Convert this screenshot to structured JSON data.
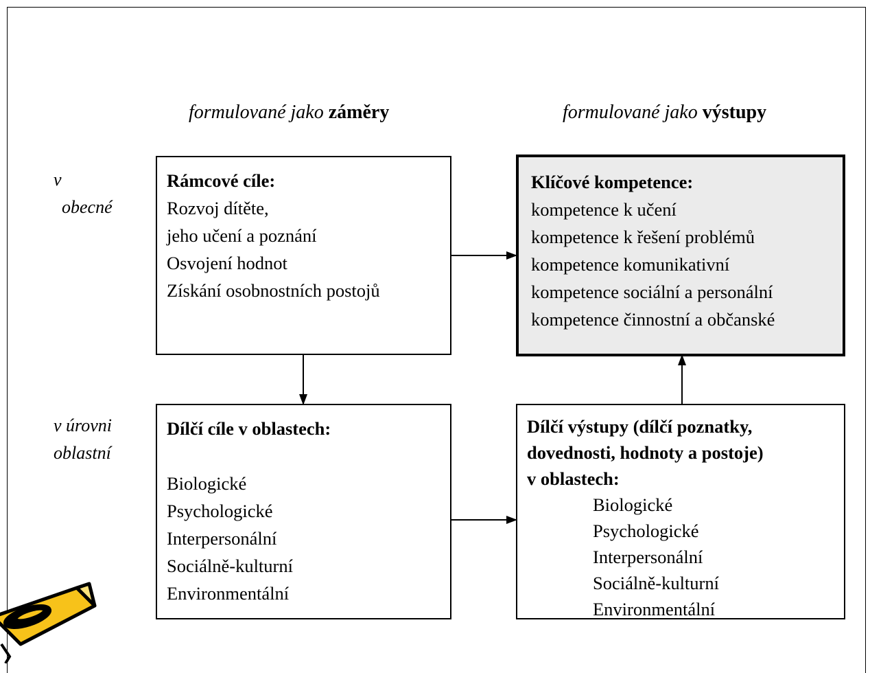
{
  "headers": {
    "left_prefix": "formulované jako",
    "left_bold": "záměry",
    "right_prefix": "formulované jako",
    "right_bold": "výstupy"
  },
  "levels": {
    "general_line1": "v",
    "general_line2": "obecné",
    "area_line1": "v úrovni",
    "area_line2": "oblastní"
  },
  "framework_goals": {
    "title": "Rámcové cíle:",
    "lines": [
      "Rozvoj dítěte,",
      "jeho učení a poznání",
      "Osvojení hodnot",
      "Získání osobnostních postojů"
    ]
  },
  "key_competences": {
    "title": "Klíčové kompetence:",
    "lines": [
      "kompetence k učení",
      "kompetence k řešení problémů",
      "kompetence komunikativní",
      "kompetence sociální a personální",
      "kompetence činnostní a občanské"
    ]
  },
  "partial_goals": {
    "title": "Dílčí cíle v oblastech:",
    "areas": [
      "Biologické",
      "Psychologické",
      "Interpersonální",
      "Sociálně-kulturní",
      "Environmentální"
    ]
  },
  "partial_outputs": {
    "title_lines": [
      "Dílčí výstupy (dílčí poznatky,",
      "dovednosti, hodnoty a postoje)",
      "v oblastech:"
    ],
    "areas": [
      "Biologické",
      "Psychologické",
      "Interpersonální",
      "Sociálně-kulturní",
      "Environmentální"
    ]
  },
  "colors": {
    "key_box_fill": "#ebebeb",
    "pencil_body": "#f7c21a",
    "pencil_outline": "#000000"
  },
  "icons": [
    "pencil-icon"
  ]
}
